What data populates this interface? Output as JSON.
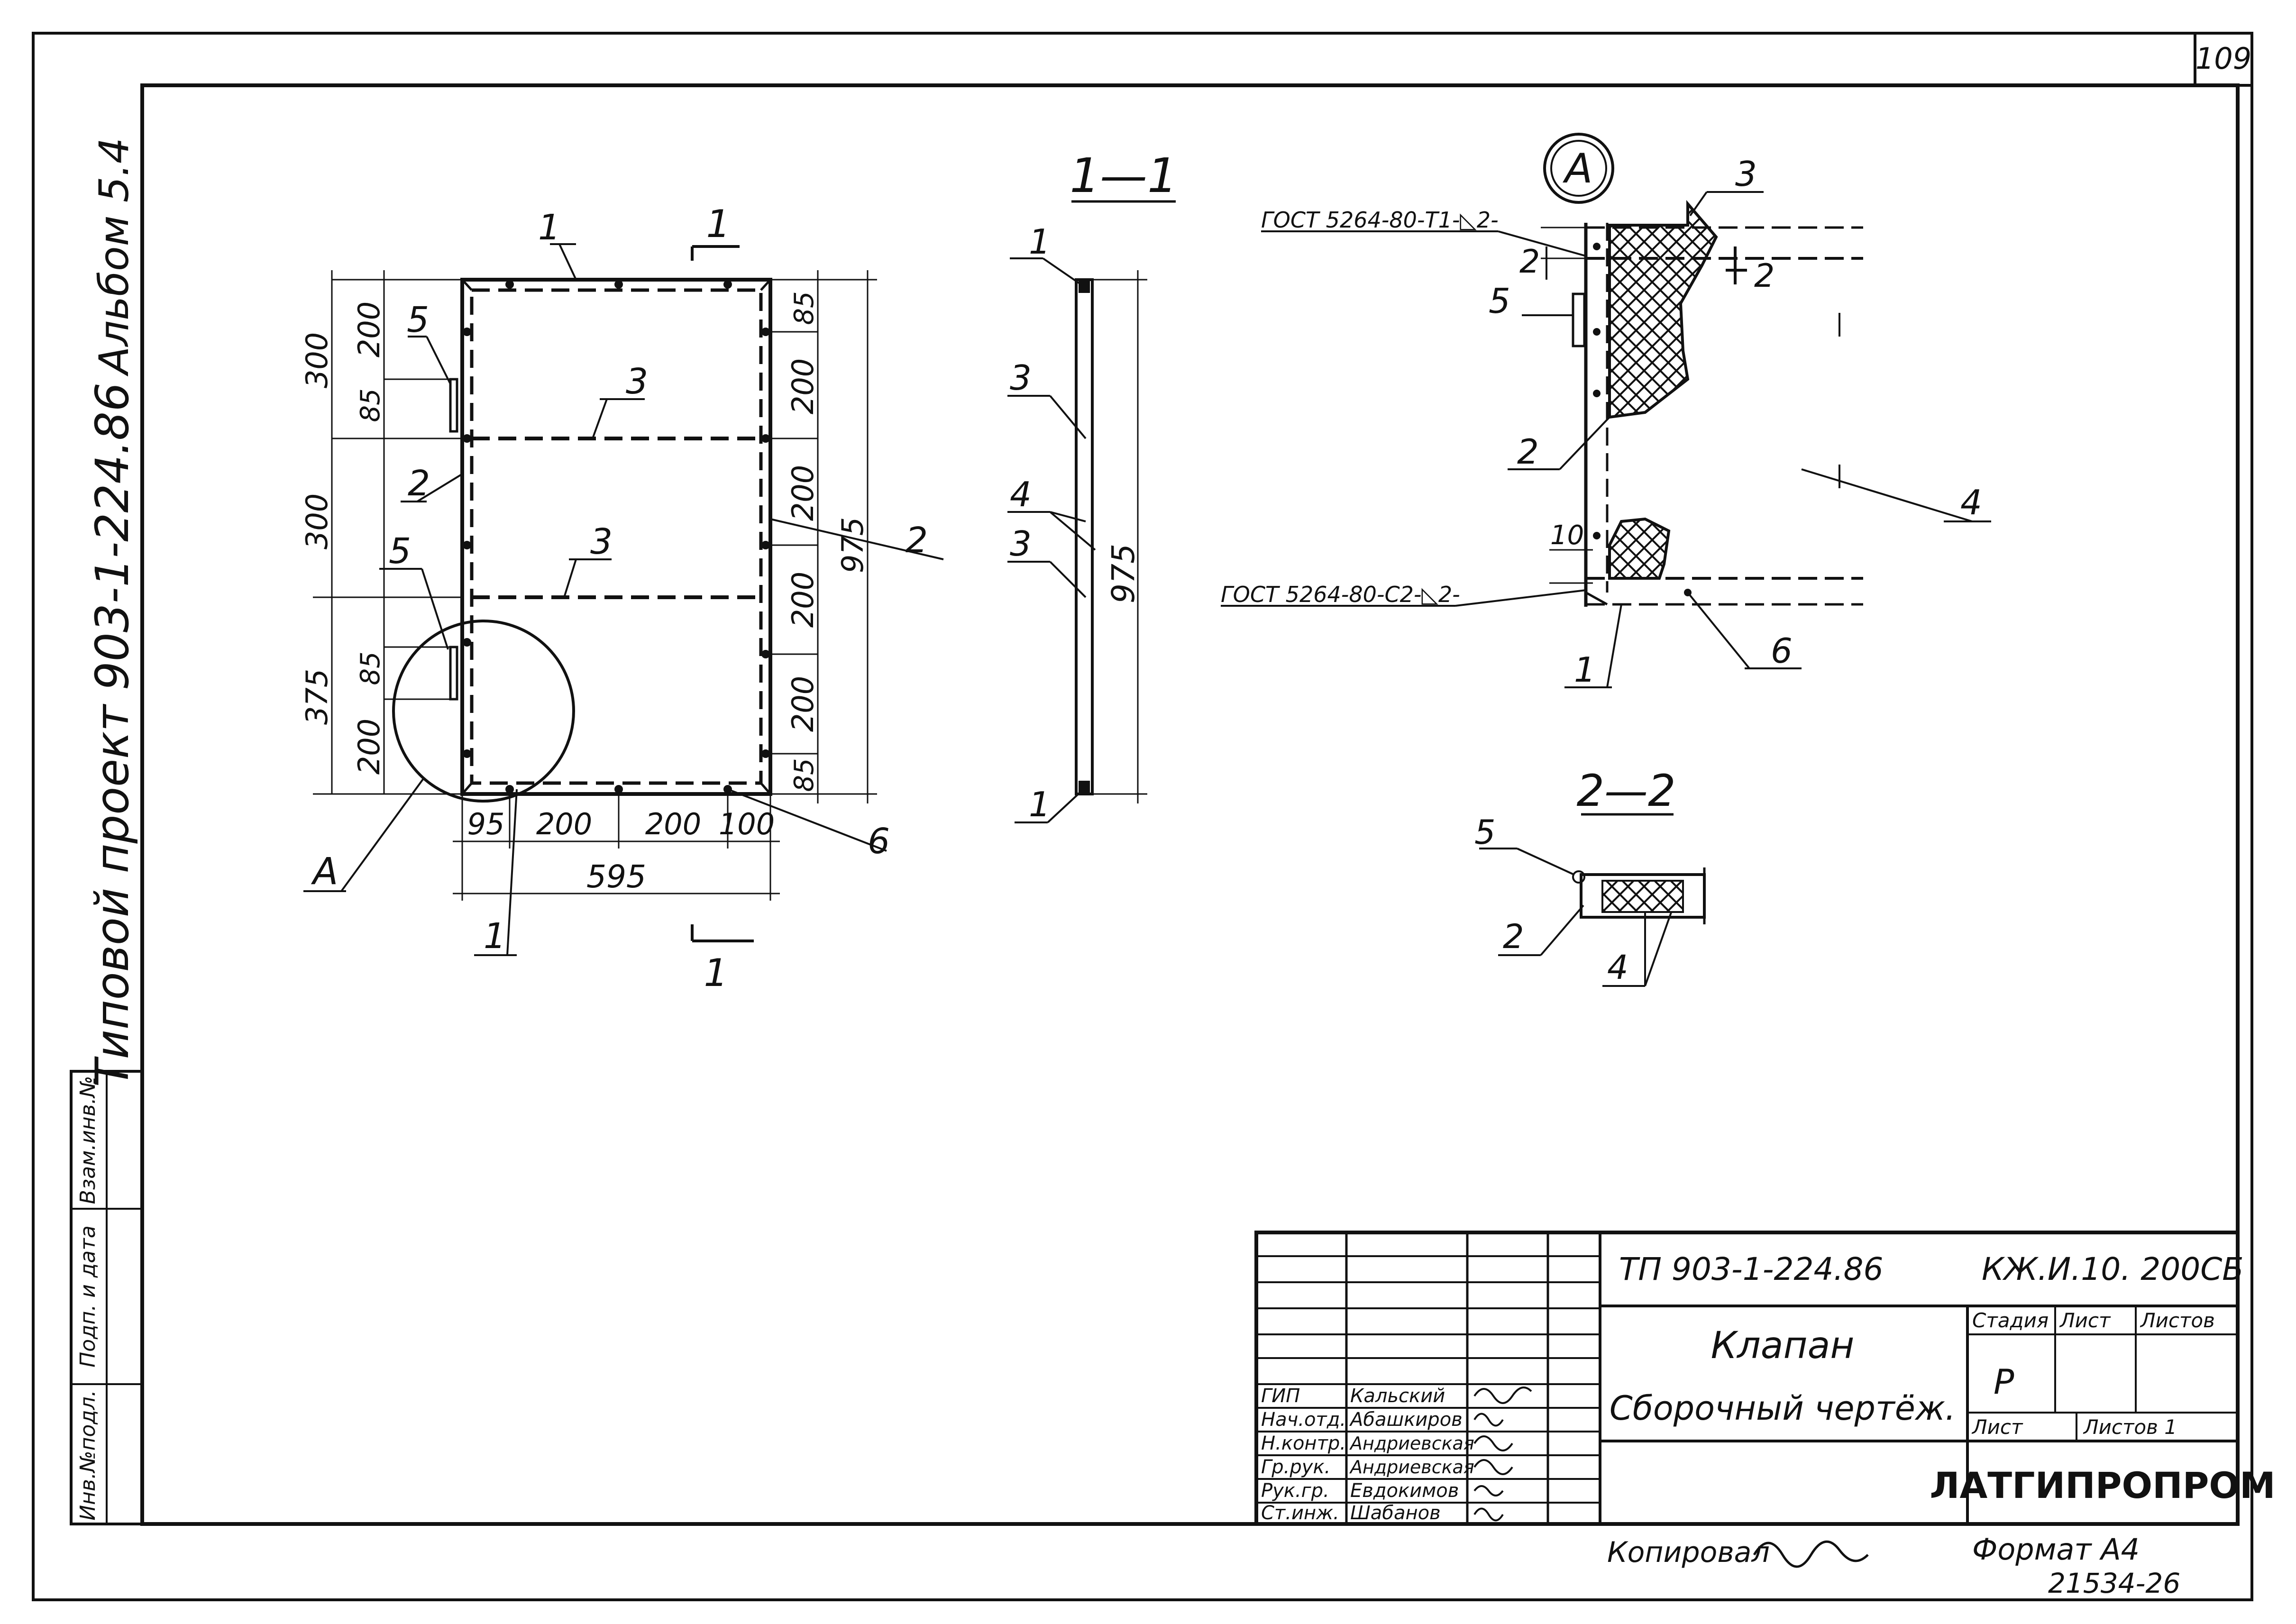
{
  "sheet": {
    "page_number": "109",
    "album": "Альбом 5.4",
    "project": "Типовой проект 903-1-224.86"
  },
  "side_stamp": {
    "cells": [
      "Инв.№подл.",
      "Подп. и дата",
      "Взам.инв.№"
    ]
  },
  "elevation": {
    "section_mark": "1",
    "left_dims": [
      "300",
      "200",
      "85",
      "300",
      "375",
      "85",
      "200"
    ],
    "right_dims": [
      "85",
      "200",
      "200",
      "200",
      "200",
      "85"
    ],
    "overall_height": "975",
    "bottom_dims": [
      "95",
      "200",
      "200",
      "100"
    ],
    "overall_width": "595",
    "callouts": [
      "1",
      "2",
      "3",
      "3",
      "5",
      "5",
      "2",
      "6",
      "1",
      "A"
    ]
  },
  "section_1_1": {
    "title": "1—1",
    "height": "975",
    "callouts": [
      "1",
      "3",
      "4",
      "3",
      "1"
    ]
  },
  "detail_a": {
    "marker": "A",
    "weld_top": "ГОСТ 5264-80-Т1-◺2-",
    "weld_bottom": "ГОСТ 5264-80-С2-◺2-",
    "dim_10": "10",
    "section_2": "2",
    "callouts": [
      "3",
      "5",
      "2",
      "4",
      "1",
      "6"
    ]
  },
  "section_2_2": {
    "title": "2—2",
    "callouts": [
      "5",
      "2",
      "4"
    ]
  },
  "title_block": {
    "doc_code": "ТП 903-1-224.86",
    "sheet_code": "КЖ.И.10. 200СБ",
    "name": "Клапан",
    "subtitle": "Сборочный чертёж.",
    "stage_header": "Стадия",
    "sheet_header": "Лист",
    "sheets_header": "Листов",
    "stage": "Р",
    "sheet_label": "Лист",
    "sheets_label": "Листов 1",
    "org": "ЛАТГИПРОПРОМ",
    "roles": [
      "ГИП",
      "Нач.отд.",
      "Н.контр.",
      "Гр.рук.",
      "Рук.гр.",
      "Ст.инж."
    ],
    "names": [
      "Кальский",
      "Абашкиров",
      "Андриевская",
      "Андриевская",
      "Евдокимов",
      "Шабанов"
    ]
  },
  "footer": {
    "copied": "Копировал",
    "format": "Формат А4",
    "number": "21534-26"
  }
}
